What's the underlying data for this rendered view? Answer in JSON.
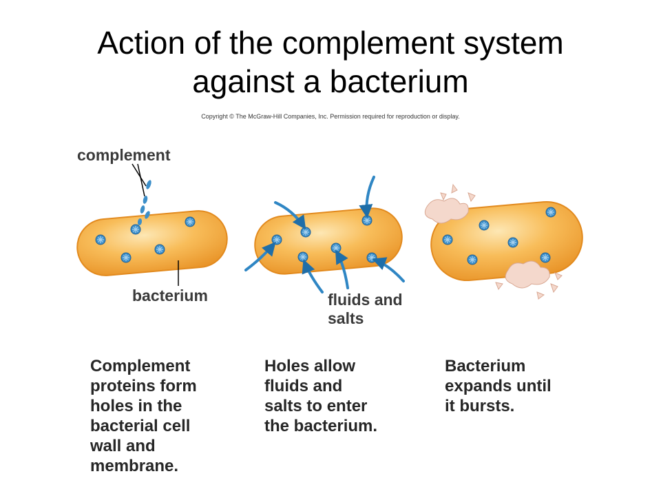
{
  "title": {
    "line1": "Action of the complement system",
    "line2": "against a bacterium"
  },
  "copyright": "Copyright © The McGraw-Hill Companies, Inc. Permission required for reproduction or display.",
  "labels": {
    "complement": "complement",
    "bacterium": "bacterium",
    "fluids_and_salts": "fluids and\nsalts"
  },
  "captions": {
    "step1": "Complement\nproteins form\nholes in the\nbacterial cell\nwall and\nmembrane.",
    "step2": "Holes allow\nfluids and\nsalts to enter\nthe bacterium.",
    "step3": "Bacterium\nexpands until\nit bursts."
  },
  "colors": {
    "bacterium_fill": "#f6b24a",
    "bacterium_highlight": "#fde0a0",
    "bacterium_edge": "#e28a1e",
    "complement_blue": "#3d8fc9",
    "arrow_blue": "#2f86c4",
    "debris": "#f4d8cc"
  }
}
